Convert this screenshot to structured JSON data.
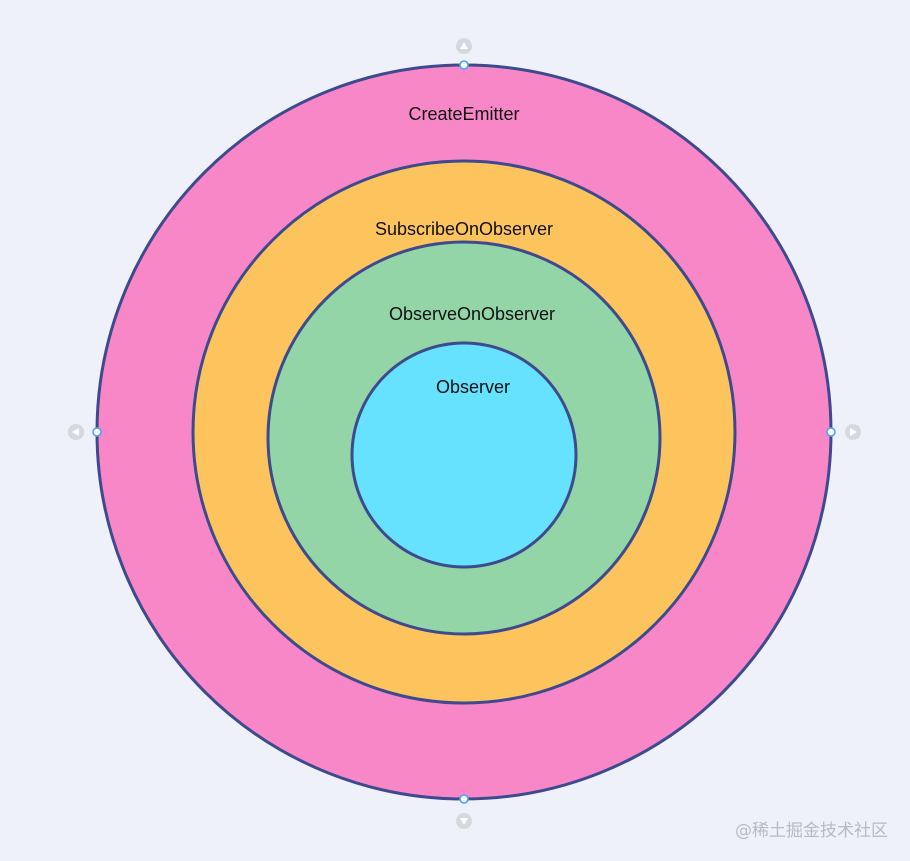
{
  "diagram": {
    "rings": [
      {
        "label": "CreateEmitter",
        "fill": "#f887c8"
      },
      {
        "label": "SubscribeOnObserver",
        "fill": "#fdc45e"
      },
      {
        "label": "ObserveOnObserver",
        "fill": "#93d5a7"
      },
      {
        "label": "Observer",
        "fill": "#66e1fe"
      }
    ],
    "outline_color": "#3e4a8e"
  },
  "handles": {
    "up_icon": "triangle-up-icon",
    "down_icon": "triangle-down-icon",
    "left_icon": "triangle-left-icon",
    "right_icon": "triangle-right-icon",
    "handle_color": "#d6d8e0",
    "node_color": "#3fa9f5"
  },
  "watermark": {
    "text": "@稀土掘金技术社区"
  }
}
